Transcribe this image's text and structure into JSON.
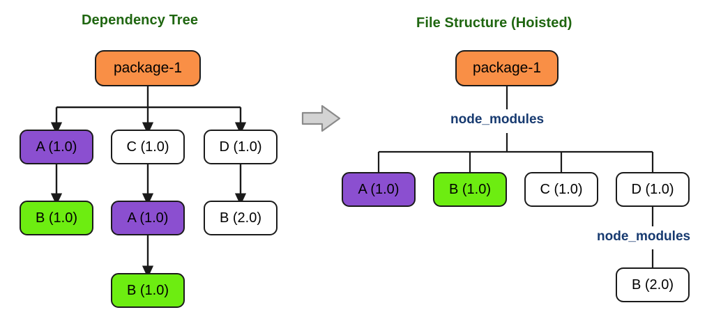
{
  "diagram": {
    "panels": [
      {
        "id": "dependency-tree",
        "title": "Dependency Tree"
      },
      {
        "id": "file-structure",
        "title": "File Structure (Hoisted)"
      }
    ],
    "transition_icon": "right-arrow-icon",
    "colors": {
      "title_green": "#1f6610",
      "root_orange": "#f98f46",
      "package_a_purple": "#8b4fd0",
      "package_b_green": "#6ded11",
      "plain_white": "#ffffff",
      "folder_blue": "#173a70",
      "stroke_black": "#1a1a1a",
      "transition_arrow_gray": "#d0d0d0",
      "background": "#ffffff"
    }
  },
  "dependency_tree": {
    "root": {
      "label": "package-1",
      "style": "root"
    },
    "level1": [
      {
        "label": "A (1.0)",
        "style": "pkg-a"
      },
      {
        "label": "C (1.0)",
        "style": "plain"
      },
      {
        "label": "D (1.0)",
        "style": "plain"
      }
    ],
    "level2": [
      {
        "label": "B (1.0)",
        "style": "pkg-b"
      },
      {
        "label": "A (1.0)",
        "style": "pkg-a"
      },
      {
        "label": "B (2.0)",
        "style": "plain"
      }
    ],
    "level3": [
      {
        "label": "B (1.0)",
        "style": "pkg-b"
      }
    ]
  },
  "file_structure": {
    "root": {
      "label": "package-1",
      "style": "root"
    },
    "root_folder": {
      "label": "node_modules"
    },
    "packages": [
      {
        "label": "A (1.0)",
        "style": "pkg-a"
      },
      {
        "label": "B (1.0)",
        "style": "pkg-b"
      },
      {
        "label": "C (1.0)",
        "style": "plain"
      },
      {
        "label": "D (1.0)",
        "style": "plain"
      }
    ],
    "nested_folder": {
      "label": "node_modules"
    },
    "nested_packages": [
      {
        "label": "B (2.0)",
        "style": "plain"
      }
    ]
  }
}
